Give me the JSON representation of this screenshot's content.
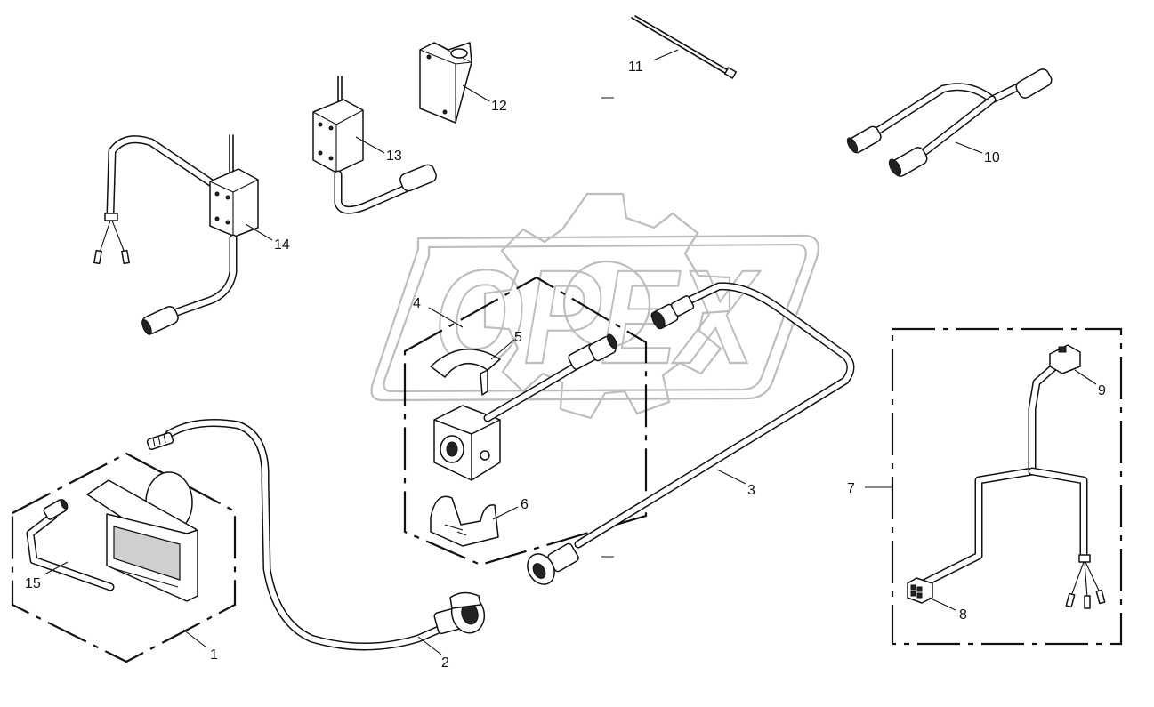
{
  "watermark": {
    "text": "OPEX",
    "gear": "gear-outline"
  },
  "callouts": [
    {
      "id": "1",
      "label": "1"
    },
    {
      "id": "2",
      "label": "2"
    },
    {
      "id": "3",
      "label": "3"
    },
    {
      "id": "4",
      "label": "4"
    },
    {
      "id": "5",
      "label": "5"
    },
    {
      "id": "6",
      "label": "6"
    },
    {
      "id": "7",
      "label": "7"
    },
    {
      "id": "8",
      "label": "8"
    },
    {
      "id": "9",
      "label": "9"
    },
    {
      "id": "10",
      "label": "10"
    },
    {
      "id": "11",
      "label": "11"
    },
    {
      "id": "12",
      "label": "12"
    },
    {
      "id": "13",
      "label": "13"
    },
    {
      "id": "14",
      "label": "14"
    },
    {
      "id": "15",
      "label": "15"
    }
  ],
  "colors": {
    "line": "#111111",
    "watermark": "#bdbdbd",
    "background": "#ffffff"
  }
}
